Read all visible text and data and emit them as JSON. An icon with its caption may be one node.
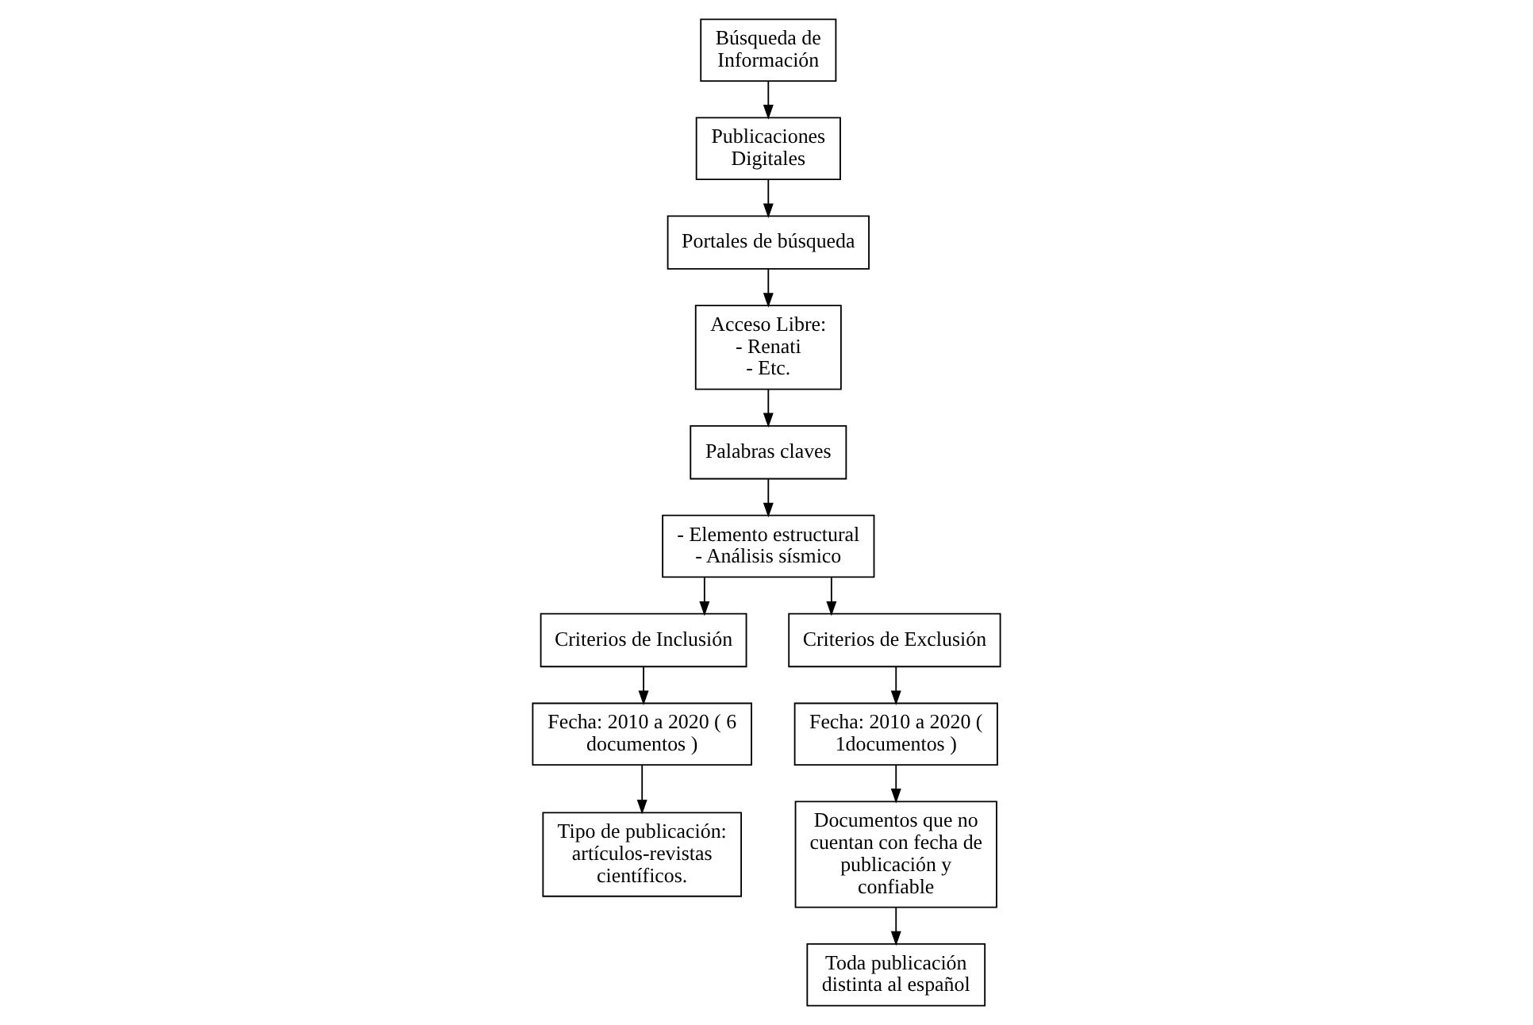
{
  "diagram": {
    "nodes": [
      {
        "text": [
          "Búsqueda de Información"
        ]
      },
      {
        "text": [
          "Publicaciones Digitales"
        ]
      },
      {
        "text": [
          "Portales de búsqueda"
        ]
      },
      {
        "text": [
          "Acceso Libre:",
          "- Renati",
          "- Etc."
        ]
      },
      {
        "text": [
          "Palabras claves"
        ]
      },
      {
        "text": [
          "- Elemento estructural",
          "- Análisis sísmico"
        ]
      },
      {
        "text": [
          "Criterios de Inclusión"
        ]
      },
      {
        "text": [
          "Fecha: 2010 a 2020 ( 6 documentos )"
        ]
      },
      {
        "text": [
          "Tipo de publicación: artículos-revistas científicos."
        ]
      },
      {
        "text": [
          "Criterios de Exclusión"
        ]
      },
      {
        "text": [
          "Fecha: 2010 a 2020 ( 1documentos )"
        ]
      },
      {
        "text": [
          "Documentos que no cuentan con fecha de publicación y confiable"
        ]
      },
      {
        "text": [
          "Toda publicación distinta al español"
        ]
      }
    ],
    "edges": [
      {
        "from": 0,
        "to": 1,
        "arrow": "to"
      },
      {
        "from": 1,
        "to": 2,
        "arrow": "to"
      },
      {
        "from": 2,
        "to": 3,
        "arrow": "to"
      },
      {
        "from": 3,
        "to": 4,
        "arrow": "to"
      },
      {
        "from": 4,
        "to": 5,
        "arrow": "to"
      },
      {
        "from": 5,
        "to": 6,
        "arrow": "to"
      },
      {
        "from": 6,
        "to": 7,
        "arrow": "to"
      },
      {
        "from": 7,
        "to": 8,
        "arrow": "to"
      },
      {
        "from": 5,
        "to": 9,
        "arrow": "to"
      },
      {
        "from": 9,
        "to": 10,
        "arrow": "to"
      },
      {
        "from": 10,
        "to": 11,
        "arrow": "to"
      },
      {
        "from": 11,
        "to": 12,
        "arrow": "to"
      }
    ]
  }
}
